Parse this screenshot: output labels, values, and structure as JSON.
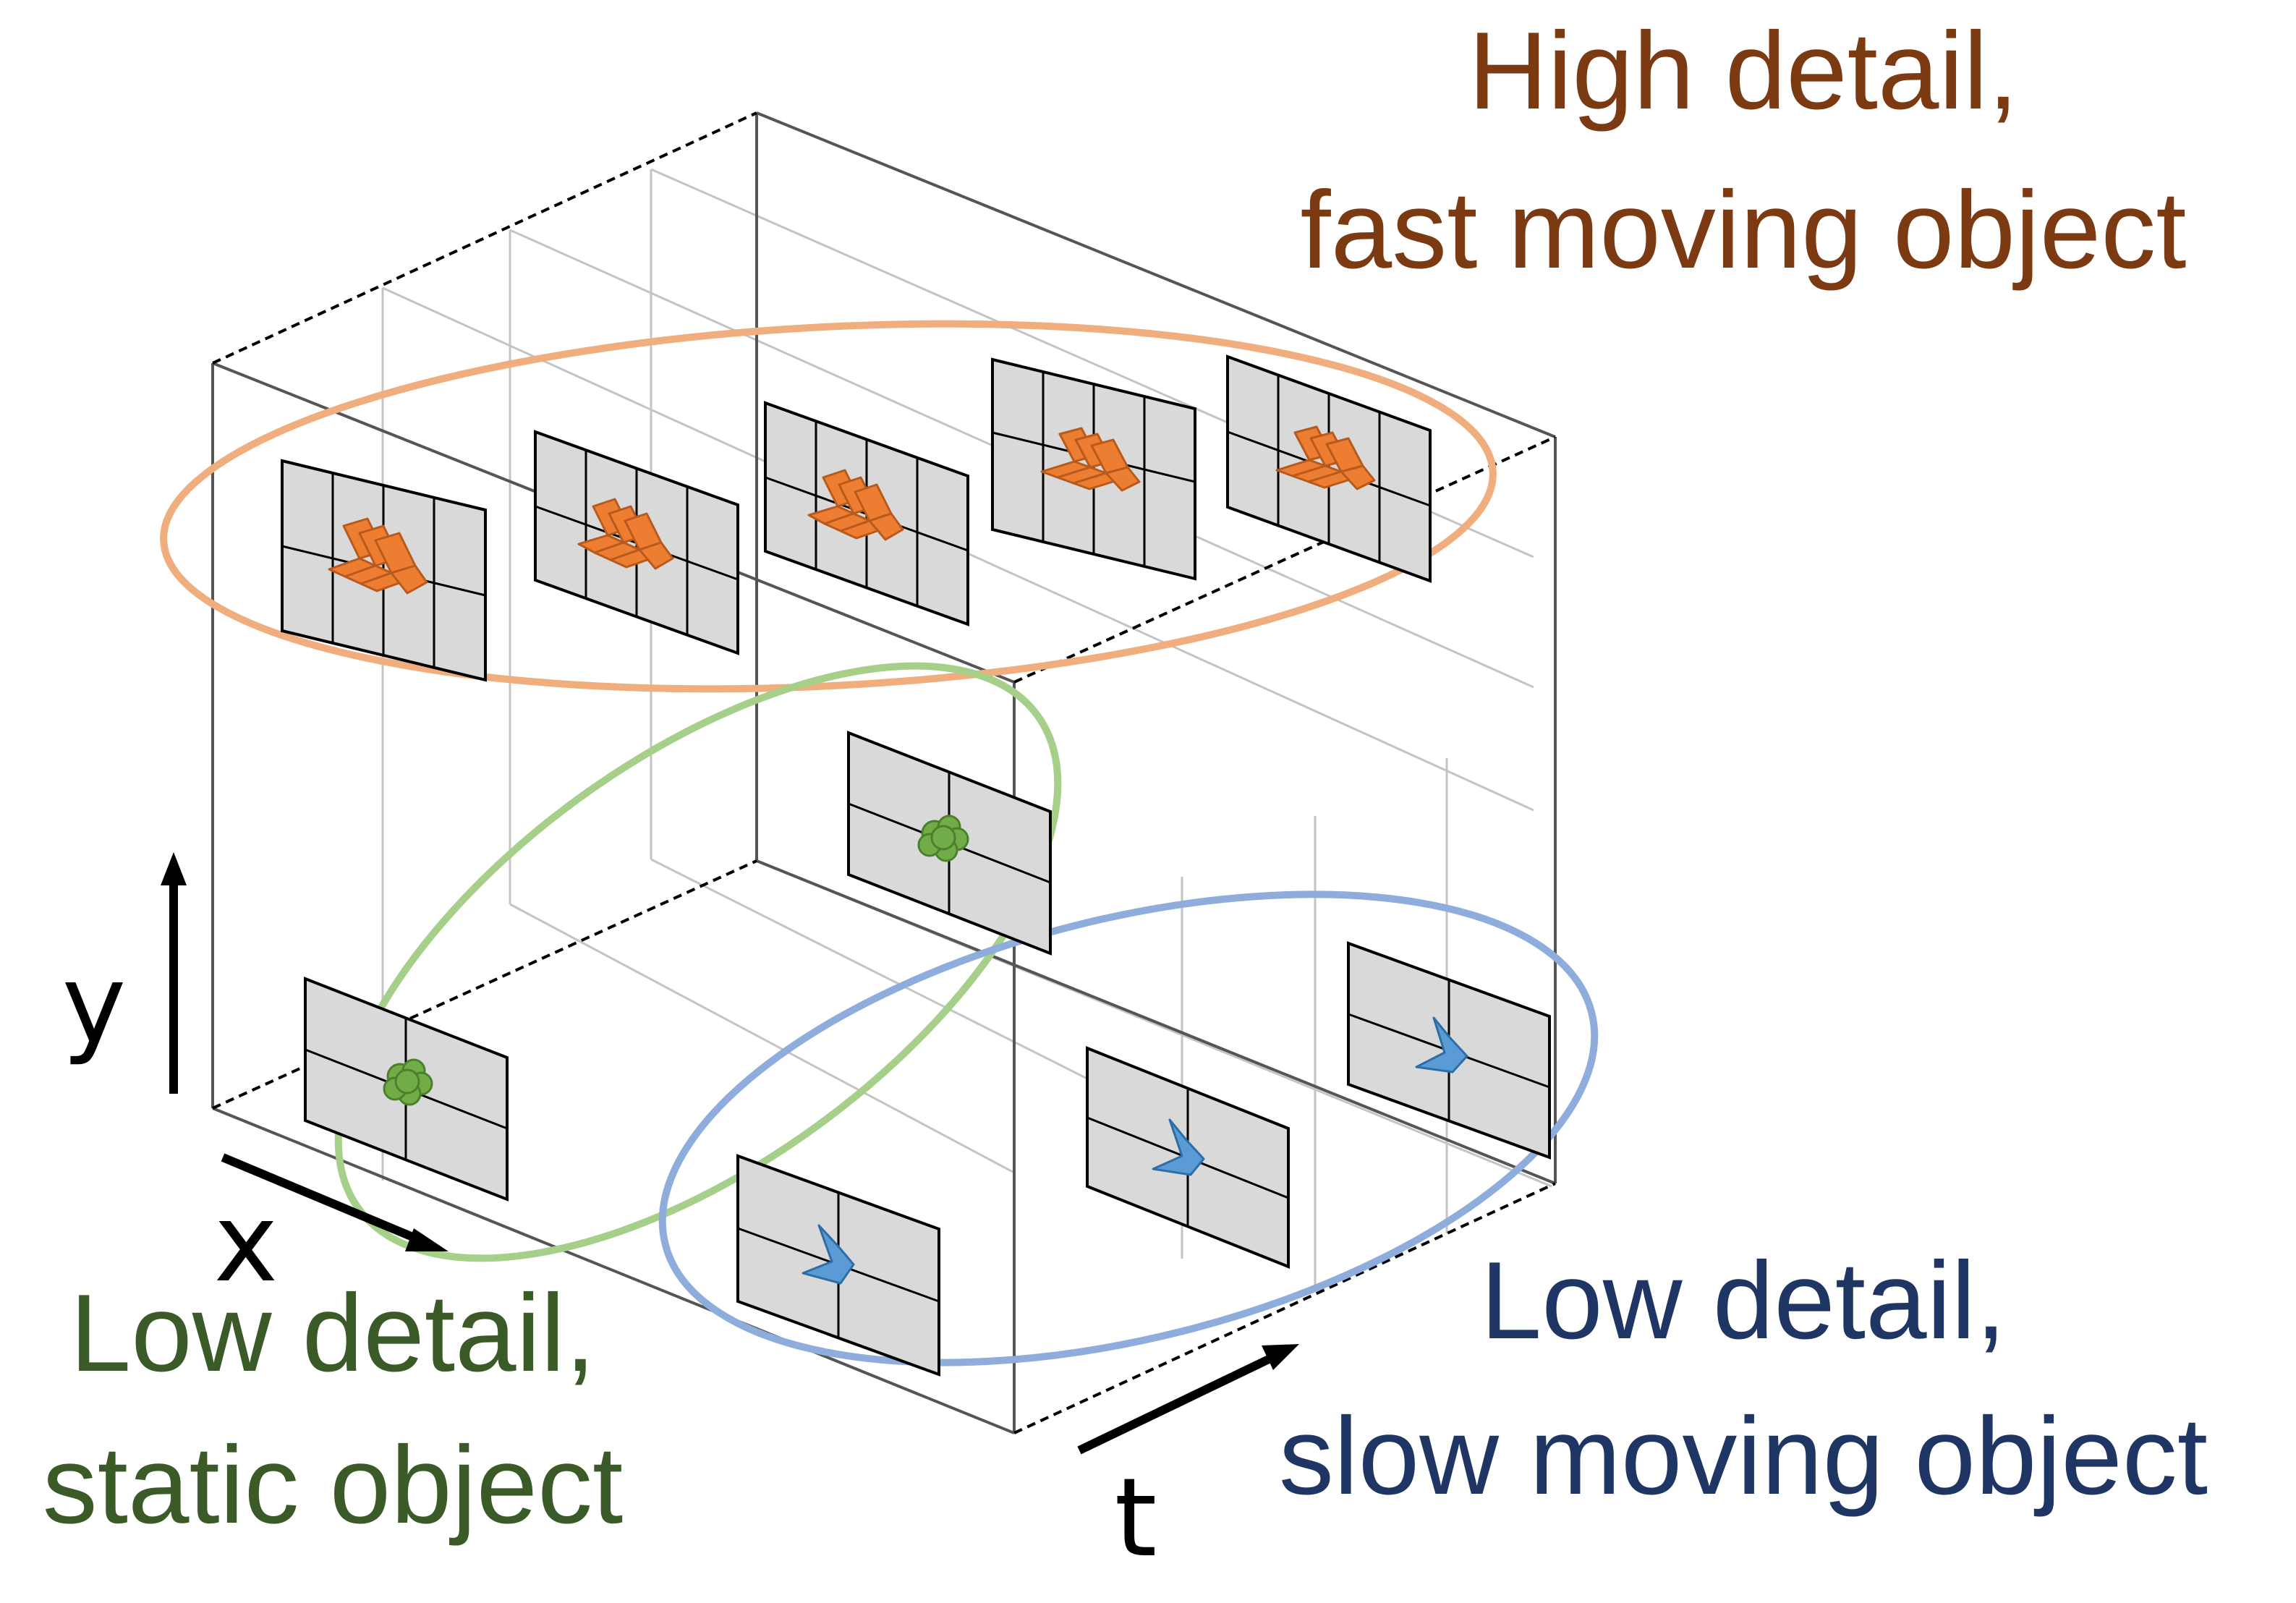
{
  "captions": {
    "high": {
      "line1": "High detail,",
      "line2": "fast moving object",
      "color": "#7b3a12"
    },
    "static": {
      "line1": "Low detail,",
      "line2": "static object",
      "color": "#3a5a27"
    },
    "slow": {
      "line1": "Low detail,",
      "line2": "slow moving object",
      "color": "#1f3563"
    }
  },
  "axes": {
    "x": "x",
    "y": "y",
    "t": "t"
  },
  "colors": {
    "orange_ellipse": "#f0ae7e",
    "green_ellipse": "#a6cf8a",
    "blue_ellipse": "#8eacdc",
    "orange_object": "#ed7d31",
    "orange_object_stroke": "#b85a1c",
    "green_object": "#70ad47",
    "green_object_stroke": "#4d7f2d",
    "blue_object": "#5b9bd5",
    "blue_object_stroke": "#2e6ea6",
    "frame_fill": "#d9d9d9"
  }
}
